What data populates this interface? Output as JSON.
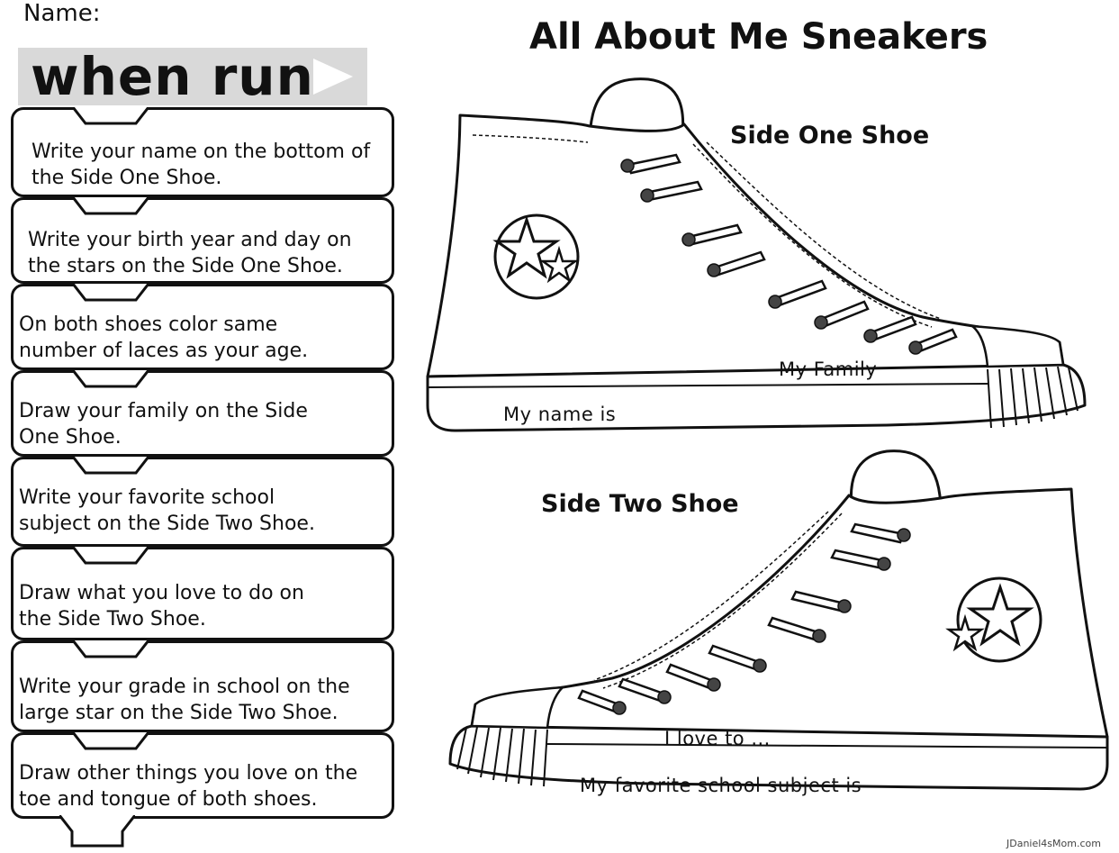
{
  "header": {
    "name_label": "Name:",
    "title": "All About Me Sneakers"
  },
  "hat_block": {
    "label": "when run",
    "icon": "play-flag-icon"
  },
  "blocks": [
    "Write your name on the bottom of the Side One Shoe.",
    "Write your birth year and day on the stars on the Side One Shoe.",
    "On both shoes color same number of laces as your age.",
    "Draw your family on the Side One Shoe.",
    "Write your favorite school subject on the Side Two Shoe.",
    "Draw what you love to do on the Side Two Shoe.",
    "Write your grade in school on the large star on the Side Two Shoe.",
    "Draw other things you love on the toe and tongue of both shoes."
  ],
  "shoe_one": {
    "label": "Side One Shoe",
    "family_text": "My Family",
    "name_text": "My name is"
  },
  "shoe_two": {
    "label": "Side Two Shoe",
    "love_text": "I love to ...",
    "subject_text": "My favorite school subject is"
  },
  "footer": {
    "credit": "JDaniel4sMom.com"
  },
  "colors": {
    "hat_fill": "#d9d9d9",
    "ink": "#111111",
    "background": "#ffffff"
  }
}
